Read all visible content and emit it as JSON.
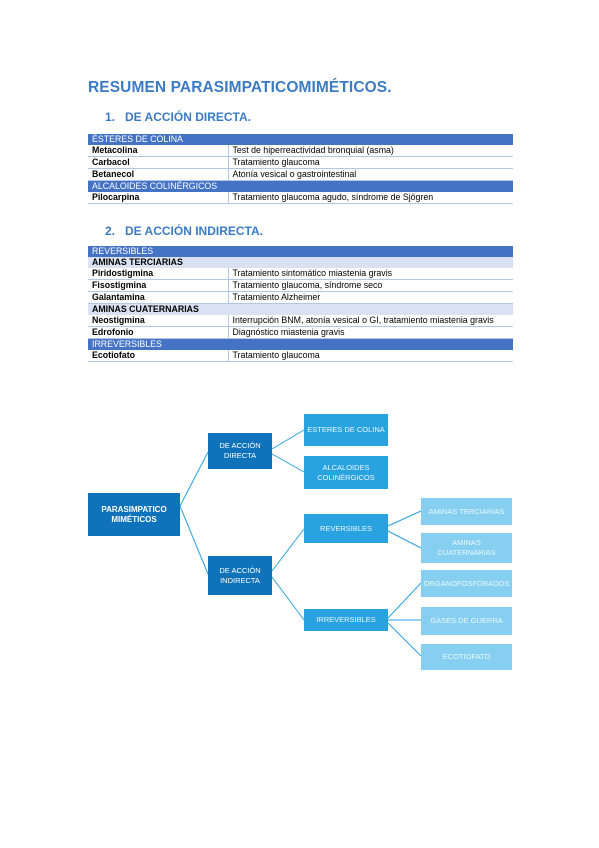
{
  "title": "RESUMEN PARASIMPATICOMIMÉTICOS.",
  "section1": {
    "number": "1.",
    "heading": "DE ACCIÓN DIRECTA.",
    "groups": [
      {
        "category": "ÉSTERES DE COLINA",
        "rows": [
          [
            "Metacolina",
            "Test de hiperreactividad bronquial (asma)"
          ],
          [
            "Carbacol",
            "Tratamiento glaucoma"
          ],
          [
            "Betanecol",
            "Atonía vesical o gastrointestinal"
          ]
        ]
      },
      {
        "category": "ALCALOIDES COLINÉRGICOS",
        "rows": [
          [
            "Pilocarpina",
            "Tratamiento glaucoma agudo, síndrome de Sjögren"
          ]
        ]
      }
    ]
  },
  "section2": {
    "number": "2.",
    "heading": "DE ACCIÓN INDIRECTA.",
    "reversibles_label": "REVERSIBLES",
    "terciarias_label": "AMINAS TERCIARIAS",
    "terciarias_rows": [
      [
        "Piridostigmina",
        "Tratamiento sintomático miastenia gravis"
      ],
      [
        "Fisostigmina",
        "Tratamiento glaucoma, síndrome seco"
      ],
      [
        "Galantamina",
        "Tratamiento Alzheimer"
      ]
    ],
    "cuaternarias_label": "AMINAS CUATERNARIAS",
    "cuaternarias_rows": [
      [
        "Neostigmina",
        "Interrupción BNM, atonía vesical o GI, tratamiento miastenia gravis"
      ],
      [
        "Edrofonio",
        "Diagnóstico miastenia gravis"
      ]
    ],
    "irreversibles_label": "IRREVERSIBLES",
    "irreversibles_rows": [
      [
        "Ecotiofato",
        "Tratamiento glaucoma"
      ]
    ]
  },
  "diagram": {
    "root": "PARASIMPATICO MIMÉTICOS",
    "directa": "DE ACCIÓN DIRECTA",
    "indirecta": "DE ACCIÓN INDIRECTA",
    "esteres": "ESTERES DE COLINA",
    "alcaloides": "ALCALOIDES COLINÉRGICOS",
    "reversibles": "REVERSIBLES",
    "irreversibles": "IRREVERSIBLES",
    "terciarias": "AMINAS TERCIARIAS",
    "cuaternarias": "AMINAS CUATERNARIAS",
    "organofosforados": "ORGANOFOSFORADOS",
    "gases": "GASES DE GUERRA",
    "ecotiofato": "ECOTIOFATO"
  }
}
